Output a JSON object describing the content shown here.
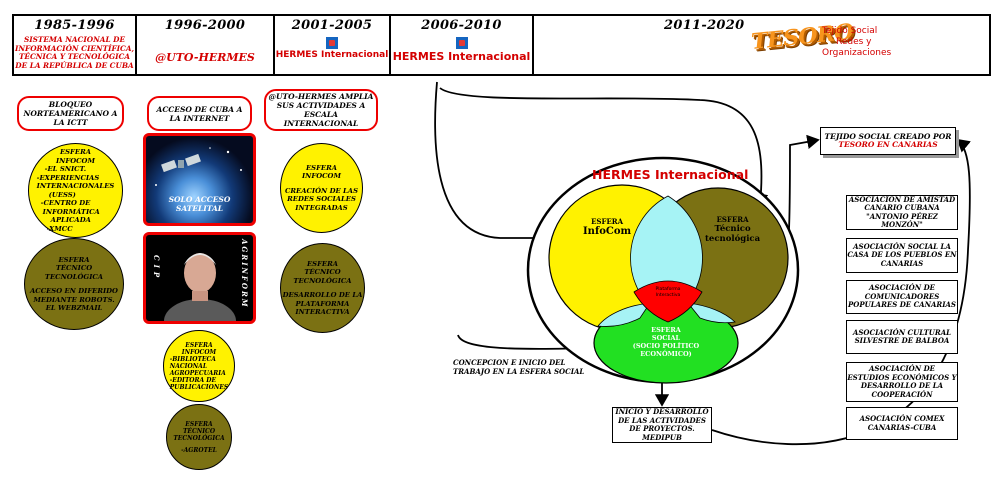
{
  "timeline": {
    "periods": [
      "1985-1996",
      "1996-2000",
      "2001-2005",
      "2006-2010",
      "2011-2020"
    ],
    "sistema": "SISTEMA NACIONAL DE INFORMACIÓN CIENTÍFICA, TÉCNICA Y TECNOLÓGICA DE LA REPÚBLICA DE CUBA",
    "auto_hermes": "@UTO-HERMES",
    "hermes_int": "HERMES Internacional",
    "tesoro": "TESORO",
    "tesoro_sub": [
      "Tejido Social",
      "Redes y",
      "Organizaciones"
    ]
  },
  "col1": {
    "top": "BLOQUEO NORTEAMERICANO A LA ICTT",
    "yellow": {
      "lines": [
        "ESFERA",
        "INFOCOM",
        "-EL SNICT.",
        "-EXPERIENCIAS",
        "INTERNACIONALES",
        "(UESS)",
        "-CENTRO DE",
        "INFORMÁTICA",
        "APLICADA",
        "-XMCC"
      ]
    },
    "olive": {
      "lines": [
        "ESFERA",
        "TÉCNICO",
        "TECNOLÓGICA",
        "",
        "ACCESO EN DIFERIDO",
        "MEDIANTE ROBOTS.",
        "EL WEBZMAIL"
      ]
    }
  },
  "col2": {
    "top": "ACCESO DE CUBA A LA INTERNET",
    "sat_caption": "SOLO ACCESO SATELITAL",
    "left_vertical": "CIP",
    "right_vertical": "AGRINFORM",
    "yellow": {
      "lines": [
        "ESFERA",
        "INFOCOM",
        "-BIBLIOTECA",
        "NACIONAL",
        "AGROPECUARIA",
        "-EDITORA DE",
        "PUBLICACIONES"
      ]
    },
    "olive": {
      "lines": [
        "ESFERA",
        "TÉCNICO",
        "TECNOLÓGICA",
        "",
        "-AGROTEL"
      ]
    }
  },
  "col3": {
    "top": "@UTO-HERMES AMPLIA SUS ACTIVIDADES A ESCALA INTERNACIONAL",
    "yellow": {
      "lines": [
        "ESFERA",
        "INFOCOM",
        "",
        "CREACIÓN DE LAS",
        "REDES SOCIALES",
        "INTEGRADAS"
      ]
    },
    "olive": {
      "lines": [
        "ESFERA",
        "TÉCNICO",
        "TECNOLÓGICA",
        "",
        "DESARROLLO DE LA",
        "PLATAFORMA",
        "INTERACTIVA"
      ]
    }
  },
  "venn": {
    "title": "HERMES Internacional",
    "infocom": [
      "ESFERA",
      "InfoCom"
    ],
    "tecnico": [
      "ESFERA",
      "Técnico",
      "tecnológica"
    ],
    "social": [
      "ESFERA",
      "SOCIAL",
      "(SOCIO POLÍTICO",
      "ECONÓMICO)"
    ],
    "plataforma": [
      "Plataforma",
      "Interactiva"
    ],
    "concepcion": [
      "CONCEPCION E INICIO DEL",
      "TRABAJO EN LA ESFERA SOCIAL"
    ],
    "inicio_box": "INICIO Y DESARROLLO DE LAS ACTIVIDADES DE PROYECTOS. MEDIPUB"
  },
  "right": {
    "tejido_title": "TEJIDO SOCIAL CREADO POR",
    "tejido_sub": "TESORO EN CANARIAS",
    "orgs": [
      "ASOCIACIÓN DE AMISTAD CANARIO CUBANA \"ANTONIO PÉREZ MONZÓN\"",
      "ASOCIACIÓN SOCIAL LA CASA DE LOS PUEBLOS EN CANARIAS",
      "ASOCIACIÓN DE COMUNICADORES POPULARES DE CANARIAS",
      "ASOCIACIÓN CULTURAL SILVESTRE DE BALBOA",
      "ASOCIACIÓN DE ESTUDIOS ECONÓMICOS Y DESARROLLO DE LA COOPERACIÓN",
      "ASOCIACIÓN COMEX CANARIAS-CUBA"
    ]
  },
  "colors": {
    "yellow": "#fff200",
    "olive": "#7b7113",
    "green": "#22e022",
    "cyan": "#a6f3f5",
    "red": "#ff0000",
    "accent": "#d40000"
  }
}
